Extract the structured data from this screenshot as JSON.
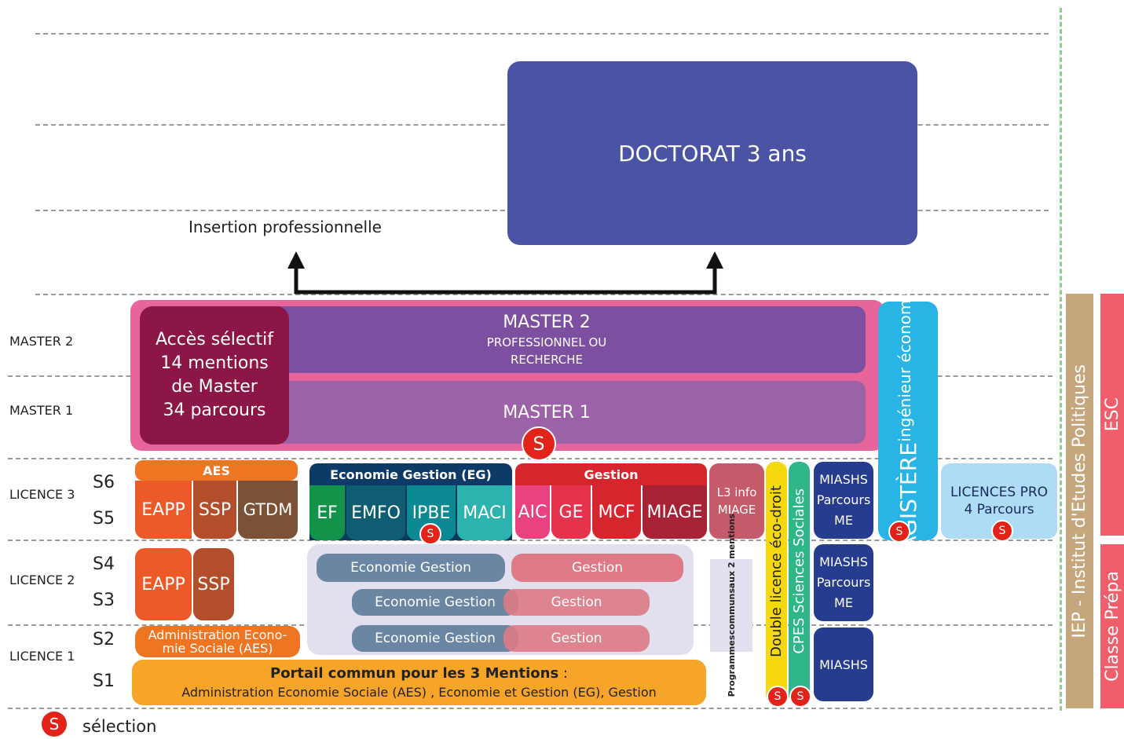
{
  "doctorat": "DOCTORAT 3 ans",
  "insertion": "Insertion professionnelle",
  "row_labels": {
    "master2": "MASTER 2",
    "master1": "MASTER 1",
    "licence3": "LICENCE 3",
    "licence2": "LICENCE 2",
    "licence1": "LICENCE 1"
  },
  "semesters": [
    "S6",
    "S5",
    "S4",
    "S3",
    "S2",
    "S1"
  ],
  "acces": [
    "Accès sélectif",
    "14 mentions",
    "de Master",
    "34 parcours"
  ],
  "master2": {
    "title": "MASTER 2",
    "sub1": "PROFESSIONNEL OU",
    "sub2": "RECHERCHE"
  },
  "master1": "MASTER 1",
  "magistere": {
    "title": "MAGISTÈRE",
    "sub": "ingénieur économiste"
  },
  "iep": "IEP - Institut d'Etudes Politiques",
  "esc": "ESC",
  "classe_prepa": "Classe Prépa",
  "s_letter": "S",
  "legend": "sélection",
  "aes": {
    "header": "AES",
    "items": [
      "EAPP",
      "SSP",
      "GTDM"
    ]
  },
  "eg": {
    "header": "Economie Gestion (EG)",
    "items": [
      "EF",
      "EMFO",
      "IPBE",
      "MACI"
    ]
  },
  "gestion": {
    "header": "Gestion",
    "items": [
      "AIC",
      "GE",
      "MCF",
      "MIAGE"
    ]
  },
  "l3info": [
    "L3 info",
    "MIAGE"
  ],
  "double_licence": "Double licence éco-droit",
  "cpes": "CPES Sciences Sociales",
  "miashs_me": [
    "MIASHS",
    "Parcours",
    "ME"
  ],
  "miashs": "MIASHS",
  "licences_pro": [
    "LICENCES PRO",
    "4 Parcours"
  ],
  "l2": {
    "eapp": "EAPP",
    "ssp": "SSP"
  },
  "eco_gestion": "Economie Gestion",
  "gestion_label": "Gestion",
  "programmes": [
    "Programmes",
    "communs",
    "aux 2 mentions"
  ],
  "aes_l1": [
    "Administration Econo-",
    "mie Sociale (AES)"
  ],
  "portail": {
    "bold": "Portail commun pour les 3 Mentions",
    "colon": " :",
    "line2": "Administration Economie Sociale (AES) , Economie et Gestion (EG),  Gestion"
  },
  "colors": {
    "doctorat": "#4a53a4",
    "master_frame": "#e8659c",
    "master2": "#7d4fa0",
    "master1": "#9b62a8",
    "acces": "#8c1747",
    "magistere": "#28b5e6",
    "iep": "#c6a77d",
    "esc": "#ef5e6a",
    "aes_header": "#ee7623",
    "eg_header": "#0d3a66",
    "gestion_header": "#d7252e",
    "portail": "#f6a528",
    "miashs": "#263d8f",
    "double_licence": "#f6d80f",
    "cpes": "#2fb58a",
    "licences_pro": "#aedcf5",
    "eco_gestion_pill": "#6b86a3",
    "gestion_pill": "#de7a86",
    "l2_panel": "#e2dfee",
    "selection": "#e2231a"
  }
}
